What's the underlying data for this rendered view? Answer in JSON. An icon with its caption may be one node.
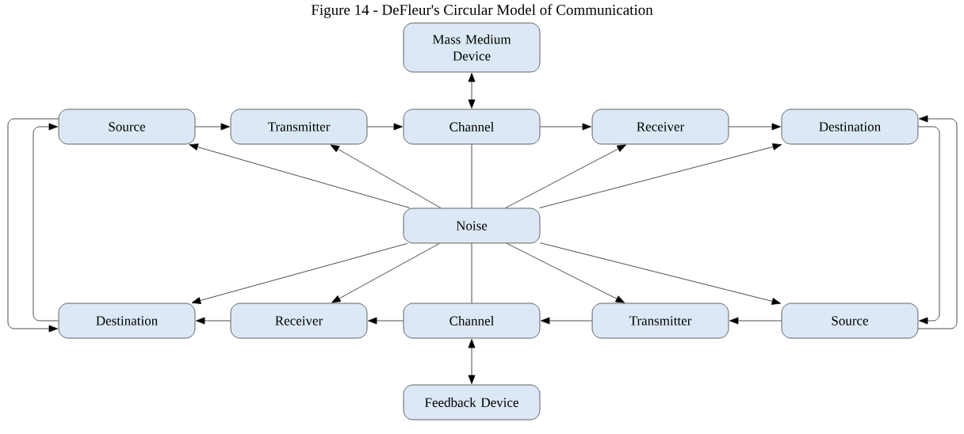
{
  "diagram": {
    "title": "Figure 14 - DeFleur's Circular Model of Communication",
    "nodes": [
      {
        "text": [
          "Mass Medium Device"
        ]
      },
      {
        "text": [
          "Source"
        ]
      },
      {
        "text": [
          "Transmitter"
        ]
      },
      {
        "text": [
          "Channel"
        ]
      },
      {
        "text": [
          "Receiver"
        ]
      },
      {
        "text": [
          "Destination"
        ]
      },
      {
        "text": [
          "Noise"
        ]
      },
      {
        "text": [
          "Destination"
        ]
      },
      {
        "text": [
          "Receiver"
        ]
      },
      {
        "text": [
          "Channel"
        ]
      },
      {
        "text": [
          "Transmitter"
        ]
      },
      {
        "text": [
          "Source"
        ]
      },
      {
        "text": [
          "Feedback Device"
        ]
      }
    ],
    "edges": [
      {
        "from": 0,
        "to": 3,
        "arrow": "both"
      },
      {
        "from": 1,
        "to": 2,
        "arrow": "to"
      },
      {
        "from": 2,
        "to": 3,
        "arrow": "to"
      },
      {
        "from": 3,
        "to": 4,
        "arrow": "to"
      },
      {
        "from": 4,
        "to": 5,
        "arrow": "to"
      },
      {
        "from": 6,
        "to": 1,
        "arrow": "to"
      },
      {
        "from": 6,
        "to": 2,
        "arrow": "to"
      },
      {
        "from": 6,
        "to": 3,
        "arrow": "none"
      },
      {
        "from": 6,
        "to": 4,
        "arrow": "to"
      },
      {
        "from": 6,
        "to": 5,
        "arrow": "to"
      },
      {
        "from": 6,
        "to": 7,
        "arrow": "to"
      },
      {
        "from": 6,
        "to": 8,
        "arrow": "to"
      },
      {
        "from": 6,
        "to": 9,
        "arrow": "none"
      },
      {
        "from": 6,
        "to": 10,
        "arrow": "to"
      },
      {
        "from": 6,
        "to": 11,
        "arrow": "to"
      },
      {
        "from": 11,
        "to": 10,
        "arrow": "to"
      },
      {
        "from": 10,
        "to": 9,
        "arrow": "to"
      },
      {
        "from": 9,
        "to": 8,
        "arrow": "to"
      },
      {
        "from": 8,
        "to": 7,
        "arrow": "to"
      },
      {
        "from": 9,
        "to": 12,
        "arrow": "both"
      },
      {
        "from": 1,
        "to": 7,
        "arrow": "to"
      },
      {
        "from": 7,
        "to": 1,
        "arrow": "to"
      },
      {
        "from": 11,
        "to": 5,
        "arrow": "to"
      },
      {
        "from": 5,
        "to": 11,
        "arrow": "to"
      }
    ]
  }
}
